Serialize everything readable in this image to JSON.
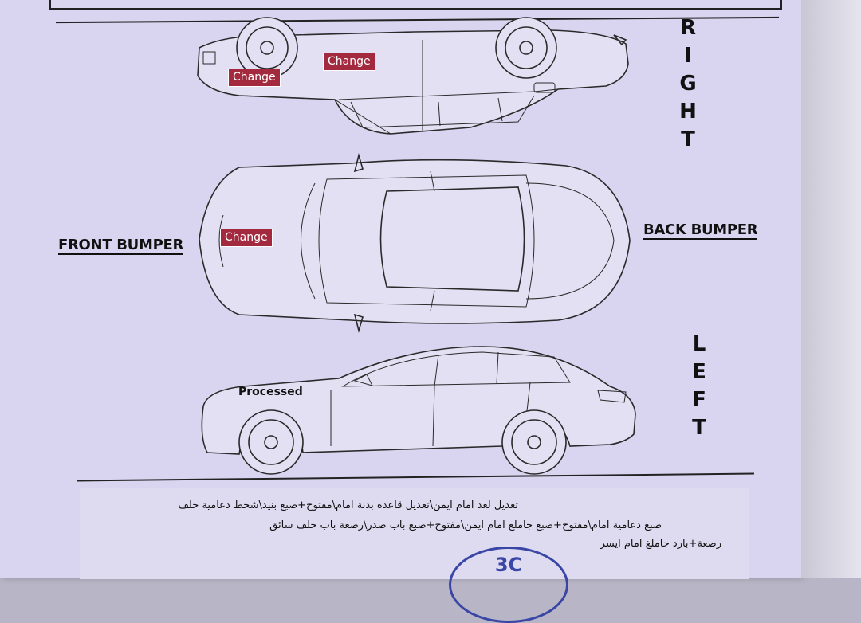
{
  "side_labels": {
    "right": [
      "R",
      "I",
      "G",
      "H",
      "T"
    ],
    "left": [
      "L",
      "E",
      "F",
      "T"
    ]
  },
  "bumpers": {
    "front": "FRONT BUMPER",
    "back": "BACK BUMPER"
  },
  "markings": {
    "change_label": "Change",
    "processed_label": "Processed"
  },
  "notes": {
    "line1": "تعديل لغد امام ايمن\\تعديل قاعدة بدنة امام\\مفتوح+صبغ بنيد\\شخط دعامية خلف",
    "line2": "صبغ دعامية امام\\مفتوح+صبغ جاملغ امام ايمن\\مفتوح+صبغ باب صدر\\رصعة باب خلف سائق",
    "line3": "رصعة+بارد جاملغ امام ايسر"
  },
  "stamp": {
    "text": "3C"
  }
}
